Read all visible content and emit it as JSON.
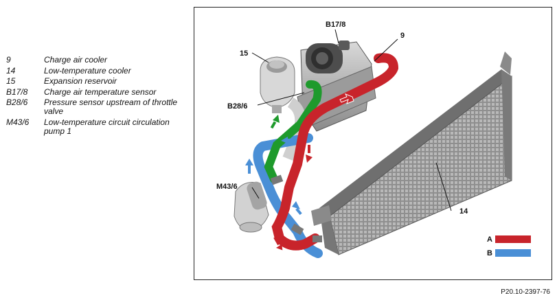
{
  "legend": {
    "items": [
      {
        "key": "9",
        "desc": "Charge air cooler"
      },
      {
        "key": "14",
        "desc": "Low-temperature cooler"
      },
      {
        "key": "15",
        "desc": "Expansion reservoir"
      },
      {
        "key": "B17/8",
        "desc": "Charge air temperature sensor"
      },
      {
        "key": "B28/6",
        "desc": "Pressure sensor upstream of throttle valve"
      },
      {
        "key": "M43/6",
        "desc": "Low-temperature circuit circulation pump 1"
      }
    ]
  },
  "callouts": {
    "c9": "9",
    "c14": "14",
    "c15": "15",
    "cB17": "B17/8",
    "cB28": "B28/6",
    "cM43": "M43/6"
  },
  "key_legend": {
    "a_label": "A",
    "b_label": "B",
    "a_color": "#c8242b",
    "b_color": "#4a8fd6"
  },
  "colors": {
    "hot_pipe": "#c8242b",
    "cold_pipe": "#4a8fd6",
    "green_pipe": "#1e9a2c"
  },
  "reference": "P20.10-2397-76"
}
